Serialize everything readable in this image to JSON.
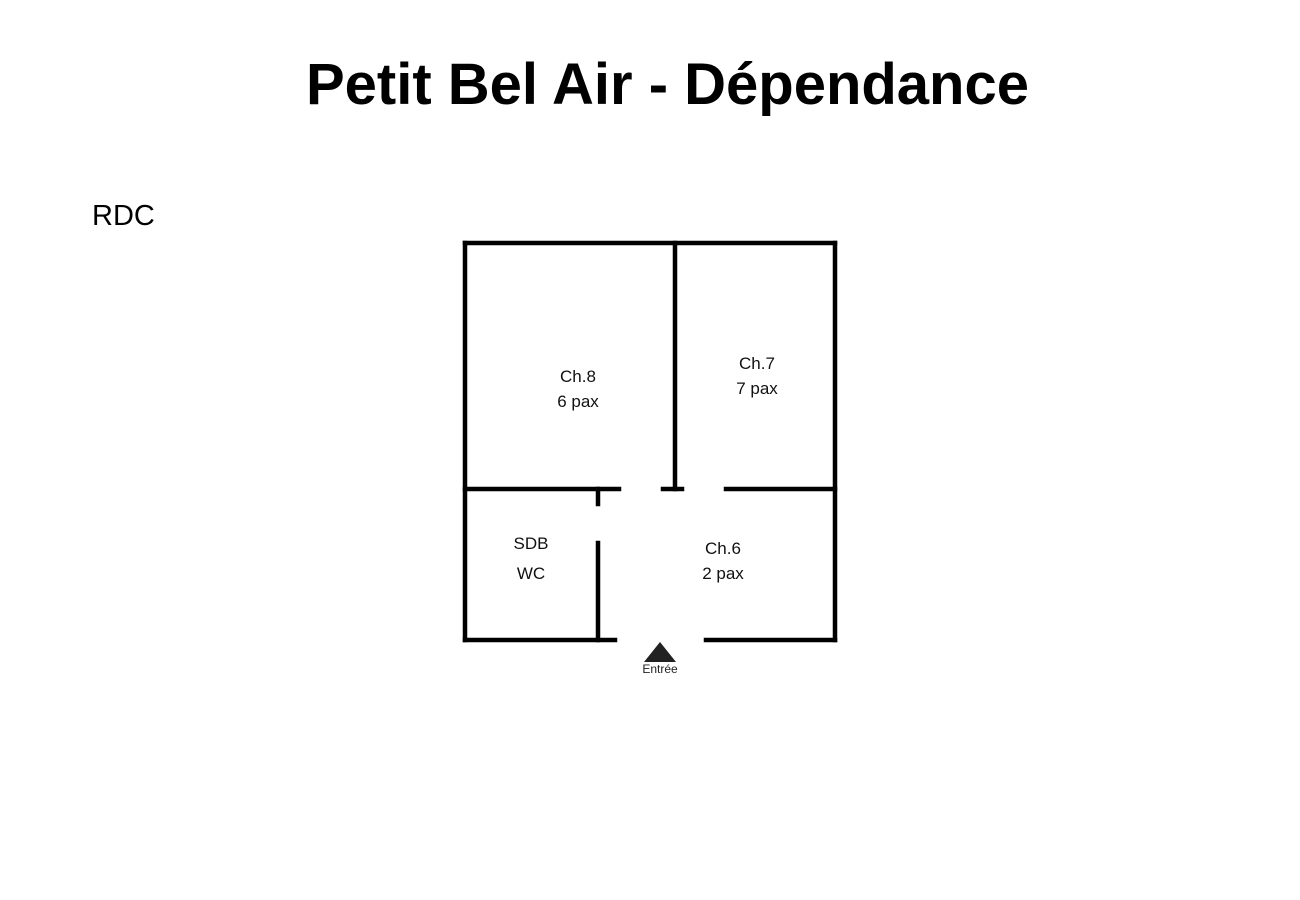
{
  "title": "Petit Bel Air - Dépendance",
  "floor": "RDC",
  "wall_color": "#000000",
  "rooms": [
    {
      "id": "ch8",
      "name": "Ch.8",
      "capacity": "6 pax"
    },
    {
      "id": "ch7",
      "name": "Ch.7",
      "capacity": "7 pax"
    },
    {
      "id": "sdb",
      "name": "SDB",
      "capacity": "WC"
    },
    {
      "id": "ch6",
      "name": "Ch.6",
      "capacity": "2 pax"
    }
  ],
  "entrance": {
    "label": "Entrée",
    "icon": "triangle-up-icon"
  }
}
